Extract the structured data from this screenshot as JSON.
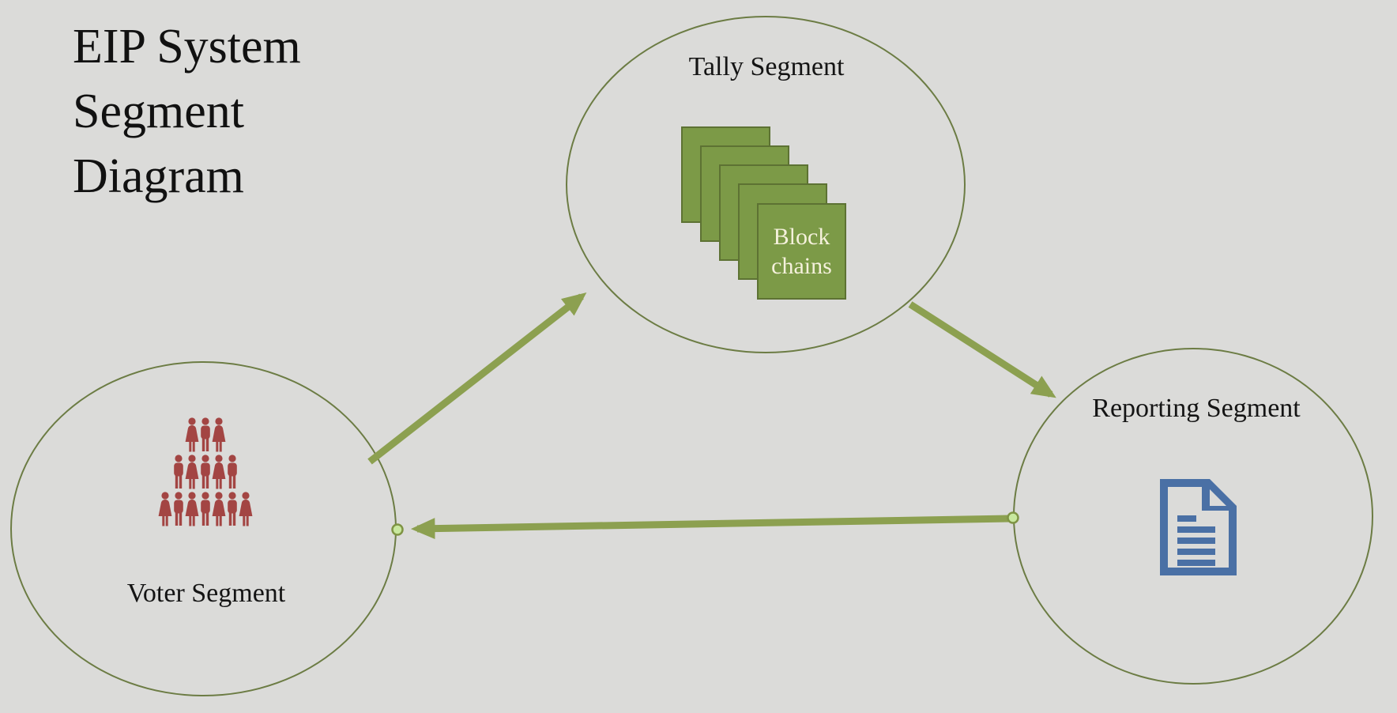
{
  "title": {
    "text": "EIP System Segment Diagram",
    "lines": [
      "EIP System",
      "Segment",
      "Diagram"
    ]
  },
  "nodes": {
    "tally": {
      "label": "Tally Segment",
      "icon": "blockchain-stack-icon"
    },
    "voter": {
      "label": "Voter Segment",
      "icon": "people-group-icon"
    },
    "reporting": {
      "label": "Reporting Segment",
      "icon": "report-document-icon"
    }
  },
  "blockchain": {
    "label": "Block chains",
    "square_count": 5
  },
  "people_group": {
    "rows": [
      3,
      5,
      7
    ]
  },
  "connectors": [
    {
      "from": "voter",
      "to": "tally",
      "style": "arrow"
    },
    {
      "from": "tally",
      "to": "reporting",
      "style": "arrow"
    },
    {
      "from": "reporting",
      "to": "voter",
      "style": "arrow-with-endpoint-dots"
    }
  ],
  "colors": {
    "background": "#dbdbd9",
    "ellipse_stroke": "#6c7c44",
    "arrow_green": "#8ca050",
    "block_fill": "#7c9a47",
    "block_border": "#5d7233",
    "block_text": "#f5f1dc",
    "people_red": "#a34543",
    "document_blue": "#4a70a5",
    "dot_fill": "#c8e89e",
    "title_text": "#111111"
  }
}
